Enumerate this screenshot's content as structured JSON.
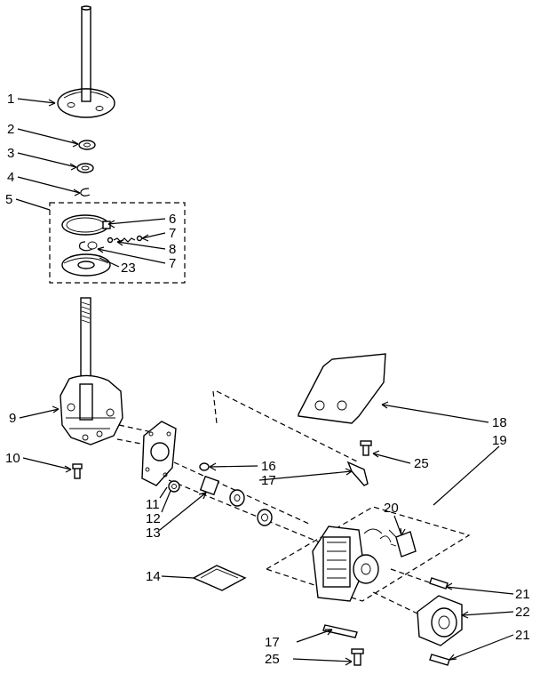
{
  "callouts": [
    {
      "id": "c1",
      "text": "1"
    },
    {
      "id": "c2",
      "text": "2"
    },
    {
      "id": "c3",
      "text": "3"
    },
    {
      "id": "c4",
      "text": "4"
    },
    {
      "id": "c5",
      "text": "5"
    },
    {
      "id": "c6",
      "text": "6"
    },
    {
      "id": "c7a",
      "text": "7"
    },
    {
      "id": "c8",
      "text": "8"
    },
    {
      "id": "c7b",
      "text": "7"
    },
    {
      "id": "c23",
      "text": "23"
    },
    {
      "id": "c9",
      "text": "9"
    },
    {
      "id": "c10",
      "text": "10"
    },
    {
      "id": "c11",
      "text": "11"
    },
    {
      "id": "c12",
      "text": "12"
    },
    {
      "id": "c13",
      "text": "13"
    },
    {
      "id": "c14",
      "text": "14"
    },
    {
      "id": "c16",
      "text": "16"
    },
    {
      "id": "c17a",
      "text": "17"
    },
    {
      "id": "c18",
      "text": "18"
    },
    {
      "id": "c19",
      "text": "19"
    },
    {
      "id": "c20",
      "text": "20"
    },
    {
      "id": "c25a",
      "text": "25"
    },
    {
      "id": "c21a",
      "text": "21"
    },
    {
      "id": "c22",
      "text": "22"
    },
    {
      "id": "c21b",
      "text": "21"
    },
    {
      "id": "c17b",
      "text": "17"
    },
    {
      "id": "c25b",
      "text": "25"
    }
  ]
}
